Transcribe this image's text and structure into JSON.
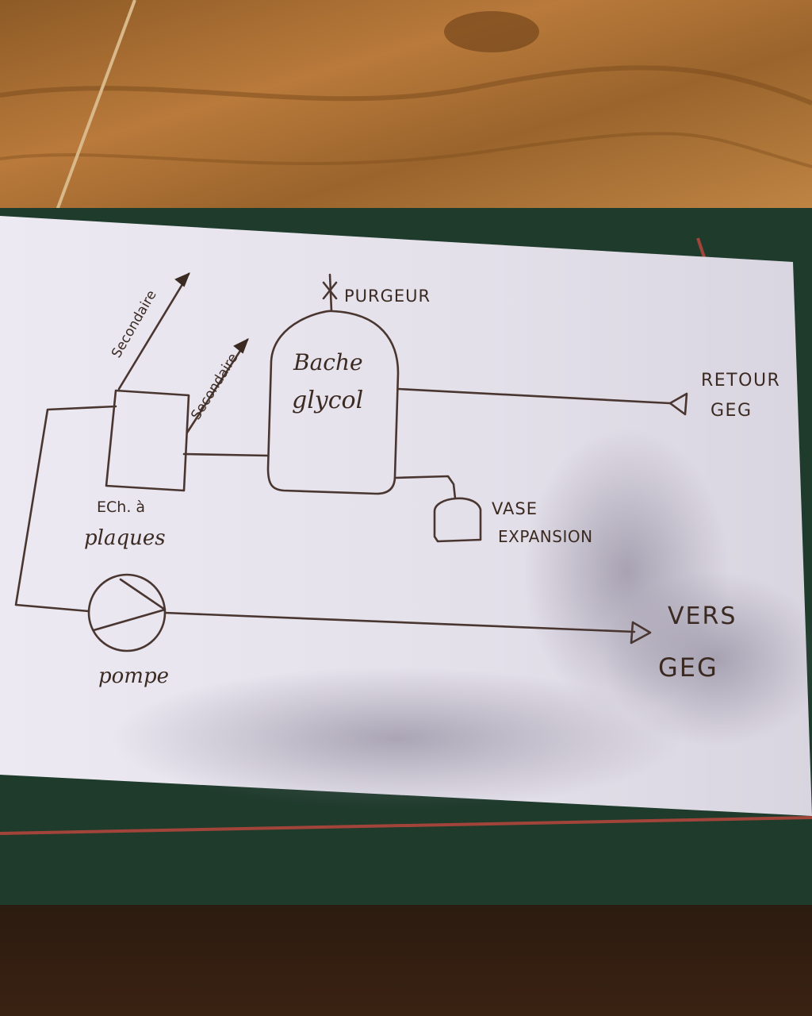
{
  "diagram": {
    "labels": {
      "secondaire_1": "Secondaire",
      "secondaire_2": "Secondaire",
      "purgeur": "PURGEUR",
      "bache_line1": "Bache",
      "bache_line2": "glycol",
      "retour_line1": "RETOUR",
      "retour_line2": "GEG",
      "echangeur_line1": "ECh. à",
      "echangeur_line2": "plaques",
      "vase_line1": "VASE",
      "vase_line2": "EXPANSION",
      "pompe": "pompe",
      "vers_line1": "VERS",
      "vers_line2": "GEG"
    },
    "colors": {
      "ink": "#4a3630",
      "paper": "#eae6ef",
      "green_card": "#1f3b2c",
      "wood": "#a86f34"
    }
  }
}
